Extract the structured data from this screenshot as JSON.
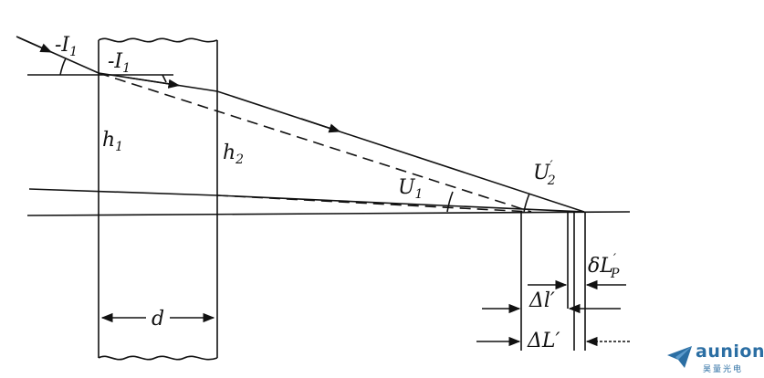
{
  "labels": {
    "neg_I1_outer": "-I",
    "neg_I1_outer_sub": "1",
    "neg_I1_inner": "-I",
    "neg_I1_inner_sub": "1",
    "h1": "h",
    "h1_sub": "1",
    "h2": "h",
    "h2_sub": "2",
    "U1": "U",
    "U1_sub": "1",
    "U2p": "U",
    "U2p_prime": "′",
    "U2p_sub": "2",
    "d": "d",
    "delta_l": "Δl′",
    "delta_L": "ΔL′",
    "deltaL_p": "δL",
    "deltaL_p_prime": "′",
    "deltaL_p_sub": "P"
  },
  "logo": {
    "brand": "aunion",
    "tagline": "昊量光电",
    "brand_color": "#2b6ea3"
  },
  "colors": {
    "ink": "#111111"
  }
}
